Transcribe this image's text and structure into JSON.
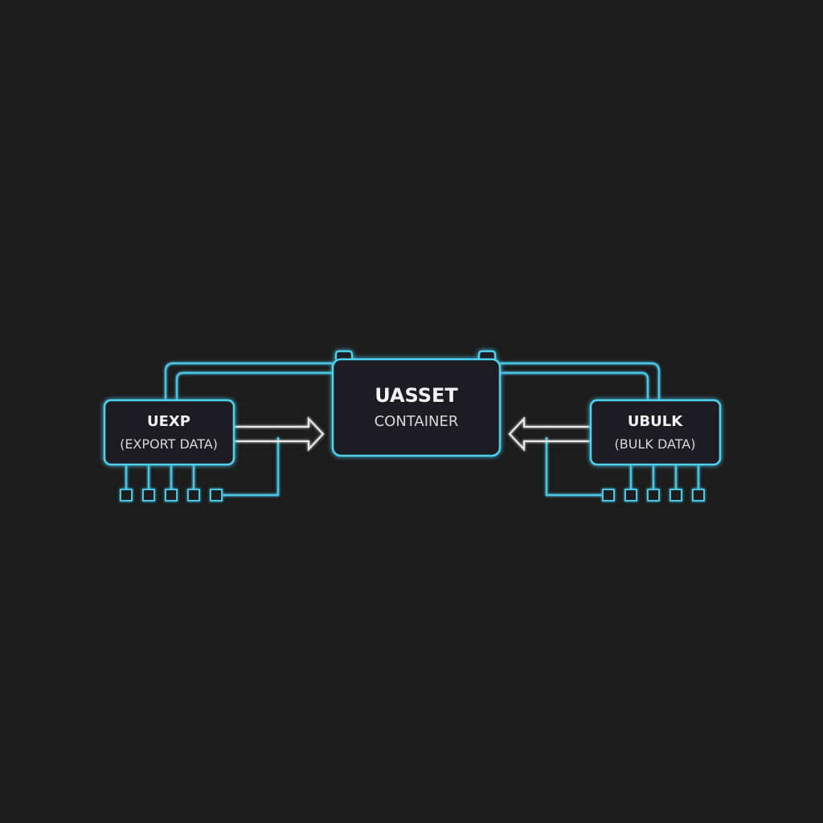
{
  "diagram": {
    "center": {
      "title": "UASSET",
      "subtitle": "CONTAINER"
    },
    "left": {
      "title": "UEXP",
      "subtitle": "(EXPORT DATA)"
    },
    "right": {
      "title": "UBULK",
      "subtitle": "(BULK DATA)"
    }
  },
  "colors": {
    "background": "#1c1c1c",
    "accent": "#4fd0ee",
    "arrow": "#e6e6e6",
    "text": "#f2f2f2"
  }
}
